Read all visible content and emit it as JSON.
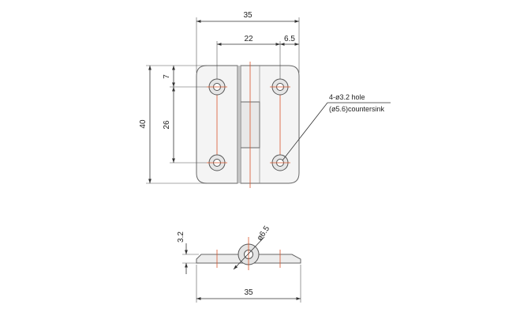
{
  "top_view": {
    "overall_width": "35",
    "hole_spacing_horizontal": "22",
    "hole_edge_offset": "6.5",
    "overall_height": "40",
    "hole_edge_offset_vertical": "7",
    "hole_spacing_vertical": "26",
    "hole_note_line1": "4-ø3.2 hole",
    "hole_note_line2": "(ø5.6)countersink"
  },
  "side_view": {
    "thickness": "3.2",
    "knuckle_diameter": "ø6.5",
    "overall_width": "35"
  },
  "colors": {
    "centerline": "#d9552b",
    "outline": "#666666",
    "fill": "#ededed"
  }
}
